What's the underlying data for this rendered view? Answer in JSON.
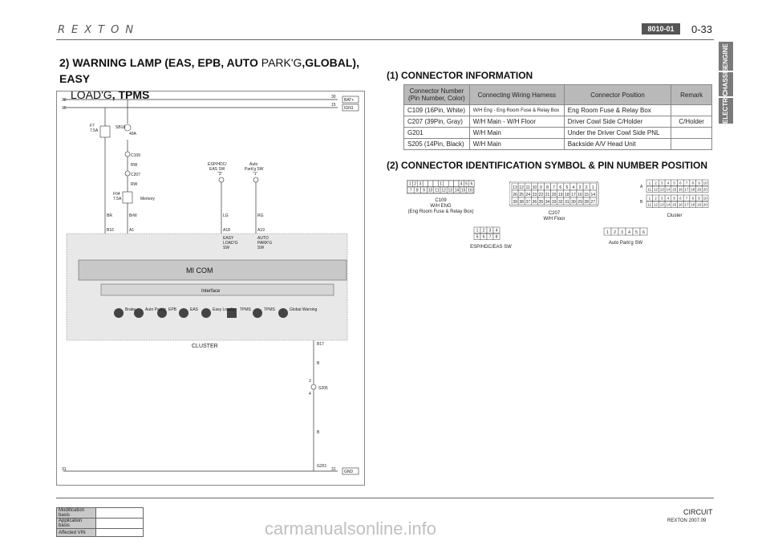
{
  "header": {
    "logo": "REXTON",
    "section_code": "8010-01",
    "page_number": "0-33"
  },
  "side_tabs": [
    "ENGINE",
    "CHASSIS",
    "ELECTRIC"
  ],
  "title": {
    "line1_a": "2) WARNING LAMP (EAS, EPB, AUTO ",
    "line1_b": "PARK'G",
    "line1_c": ",GLOBAL), EASY",
    "line2_a": "LOAD'G",
    "line2_b": ", TPMS"
  },
  "diagram": {
    "rail_30": "30",
    "rail_15": "15",
    "rail_31": "31",
    "bat": "BAT+",
    "ign": "IGN1",
    "gnd": "GND",
    "fuse1_name": "F7",
    "fuse1_rating": "7.5A",
    "fuse2_name": "SB10",
    "fuse2_rating": "40A",
    "conn_c109": "C109",
    "conn_c207": "C207",
    "wire_rw1": "RW",
    "wire_rw2": "RW",
    "fuse3_name": "F04",
    "fuse3_rating": "7.5A",
    "memory": "Memory",
    "sw1_l1": "ESP/HDC/",
    "sw1_l2": "EAS SW",
    "sw1_l3": "\"3\"",
    "sw2_l1": "Auto",
    "sw2_l2": "Park'g SW",
    "sw2_l3": "\"1\"",
    "wire_br": "BR",
    "wire_brw": "BrW",
    "wire_lg": "LG",
    "wire_rg": "RG",
    "pin_b16": "B16",
    "pin_a1": "A1",
    "pin_a18": "A18",
    "pin_a19": "A19",
    "a18_l1": "EASY",
    "a18_l2": "LOAD'G",
    "a18_l3": "SW",
    "a19_l1": "AUTO",
    "a19_l2": "PARK'G",
    "a19_l3": "SW",
    "micom": "MI COM",
    "interface": "Interface",
    "ind_brake": "Brake",
    "ind_auto": "Auto\nPark'g",
    "ind_epb": "EPB",
    "ind_eas": "EAS",
    "ind_easy": "Easy\nLoad'g",
    "ind_tpms1": "TPMS",
    "ind_tpms2": "TPMS",
    "ind_global": "Global\nWarning",
    "cluster": "CLUSTER",
    "pin_b17": "B17",
    "wire_b1": "B",
    "splice": "S205",
    "splice_pin_top": "3",
    "splice_pin_bot": "4",
    "wire_b2": "B",
    "g201": "G201"
  },
  "connector_info": {
    "heading": "(1) CONNECTOR INFORMATION",
    "headers": [
      "Connector Number\n(Pin Number, Color)",
      "Connecting Wiring\nHarness",
      "Connector Position",
      "Remark"
    ],
    "rows": [
      [
        "C109 (16Pin, White)",
        "W/H Eng - Eng Room Fuse & Relay Box",
        "Eng Room Fuse & Relay Box",
        ""
      ],
      [
        "C207 (39Pin, Gray)",
        "W/H Main - W/H Floor",
        "Driver Cowl Side C/Holder",
        "C/Holder"
      ],
      [
        "G201",
        "W/H Main",
        "Under the Driver Cowl Side PNL",
        ""
      ],
      [
        "S205 (14Pin, Black)",
        "W/H Main",
        "Backside A/V Head Unit",
        ""
      ]
    ]
  },
  "pin_section": {
    "heading": "(2) CONNECTOR IDENTIFICATION SYMBOL & PIN NUMBER POSITION",
    "c109_row1": [
      "1",
      "2",
      "3",
      "",
      "",
      "",
      "1",
      "",
      "",
      "",
      "4",
      "5",
      "6"
    ],
    "c109_row2": [
      "7",
      "8",
      "9",
      "10",
      "11",
      "12",
      "13",
      "14",
      "15",
      "16"
    ],
    "c109_label1": "C109",
    "c109_label2": "W/H ENG",
    "c109_label3": "(Eng Room Fuse & Relay Box)",
    "c207_row1": [
      "13",
      "12",
      "11",
      "10",
      "9",
      "8",
      "7",
      "6",
      "5",
      "4",
      "3",
      "2",
      "1"
    ],
    "c207_row2": [
      "26",
      "25",
      "24",
      "23",
      "22",
      "21",
      "20",
      "19",
      "18",
      "17",
      "16",
      "15",
      "14"
    ],
    "c207_row3": [
      "39",
      "38",
      "37",
      "36",
      "35",
      "34",
      "33",
      "32",
      "31",
      "30",
      "29",
      "28",
      "27"
    ],
    "c207_label1": "C207",
    "c207_label2": "W/H Floor",
    "cluster_a": "A",
    "cluster_b": "B",
    "cluster_row_top": [
      "1",
      "2",
      "3",
      "4",
      "5",
      "6",
      "7",
      "8",
      "9",
      "10"
    ],
    "cluster_row_bot": [
      "11",
      "12",
      "13",
      "14",
      "15",
      "16",
      "17",
      "18",
      "19",
      "20"
    ],
    "cluster_label": "Cluster",
    "esp_row1": [
      "1",
      "2",
      "3",
      "4"
    ],
    "esp_row2": [
      "5",
      "6",
      "7",
      "8"
    ],
    "esp_label": "ESP/HDC/EAS SW",
    "apk_row": [
      "1",
      "2",
      "3",
      "4",
      "5",
      "6"
    ],
    "apk_label": "Auto Park'g SW"
  },
  "footer": {
    "mod_rows": [
      "Modification basis",
      "Application basis",
      "Affected VIN"
    ],
    "circuit": "CIRCUIT",
    "model": "REXTON 2007.09",
    "watermark": "carmanualsonline.info"
  }
}
